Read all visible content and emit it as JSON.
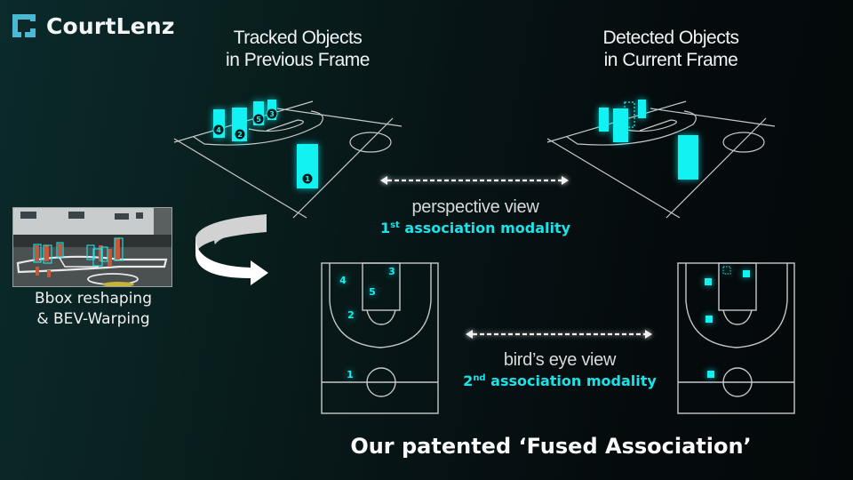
{
  "brand": {
    "name": "CourtLenz",
    "logo_icon": "bracket-c-logo-icon",
    "logo_color": "#4bb8d4"
  },
  "colors": {
    "accent": "#19e3e8",
    "box": "#12f2f2",
    "court_line": "#c8c8c8",
    "text": "#f2f2f2"
  },
  "headings": {
    "previous": {
      "line1": "Tracked Objects",
      "line2": "in Previous Frame"
    },
    "current": {
      "line1": "Detected Objects",
      "line2": "in Current Frame"
    }
  },
  "perspective": {
    "view_label": "perspective view",
    "ordinal_num": "1",
    "ordinal_suffix": "st",
    "modality_label": "association modality",
    "arrow_icon": "double-arrow-dashed-icon"
  },
  "birdseye": {
    "view_label": "bird’s eye view",
    "ordinal_num": "2",
    "ordinal_suffix": "nd",
    "modality_label": "association modality",
    "arrow_icon": "double-arrow-dashed-icon"
  },
  "left_panel": {
    "image_desc": "basketball-court-camera-frame",
    "caption_line1": "Bbox reshaping",
    "caption_line2": "& BEV-Warping",
    "arrow_icon": "curved-rotate-arrow-icon"
  },
  "tracked_players": [
    {
      "id": "1"
    },
    {
      "id": "2"
    },
    {
      "id": "3"
    },
    {
      "id": "4"
    },
    {
      "id": "5"
    }
  ],
  "detected_players": [
    {
      "label": "detection-a"
    },
    {
      "label": "detection-b"
    },
    {
      "label": "detection-c"
    },
    {
      "label": "detection-d"
    },
    {
      "label": "missing-detection"
    }
  ],
  "bev_tracked_labels": [
    "1",
    "2",
    "3",
    "4",
    "5"
  ],
  "footer": {
    "text": "Our patented ‘Fused Association’"
  }
}
